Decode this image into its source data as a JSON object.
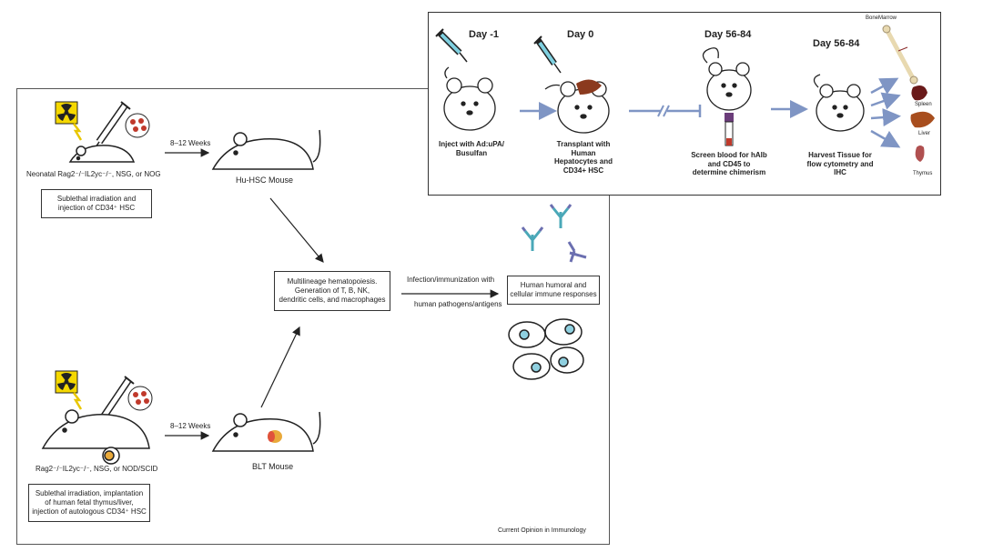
{
  "left_figure": {
    "top_mouse_strains": "Neonatal Rag2⁻/⁻IL2yc⁻/⁻, NSG, or NOG",
    "top_procedure_line1": "Sublethal irradiation and",
    "top_procedure_line2": "injection of CD34⁺ HSC",
    "top_weeks": "8–12 Weeks",
    "hu_hsc_label": "Hu-HSC Mouse",
    "hematopoiesis_line1": "Multilineage hematopoiesis.",
    "hematopoiesis_line2": "Generation of T, B, NK,",
    "hematopoiesis_line3": "dendritic cells, and macrophages",
    "infection_line1": "Infection/immunization with",
    "infection_line2": "human pathogens/antigens",
    "response_line1": "Human humoral and",
    "response_line2": "cellular immune responses",
    "bottom_mouse_strains": "Rag2⁻/⁻IL2yc⁻/⁻, NSG, or NOD/SCID",
    "bottom_procedure_line1": "Sublethal irradiation, implantation",
    "bottom_procedure_line2": "of human fetal thymus/liver,",
    "bottom_procedure_line3": "injection of autologous CD34⁺ HSC",
    "bottom_weeks": "8–12 Weeks",
    "blt_label": "BLT Mouse",
    "source": "Current Opinion in Immunology"
  },
  "right_figure": {
    "steps": [
      {
        "day": "Day -1",
        "text": [
          "Inject with Ad:uPA/",
          "Busulfan"
        ]
      },
      {
        "day": "Day 0",
        "text": [
          "Transplant with",
          "Human",
          "Hepatocytes and",
          "CD34+ HSC"
        ]
      },
      {
        "day": "Day 56-84",
        "text": [
          "Screen blood for hAlb",
          "and CD45 to",
          "determine chimerism"
        ]
      },
      {
        "day": "Day 56-84",
        "text": [
          "Harvest Tissue for",
          "flow cytometry and",
          "IHC"
        ]
      }
    ],
    "tissues": [
      "BoneMarrow",
      "Spleen",
      "Liver",
      "Thymus"
    ]
  },
  "colors": {
    "arrow_blue": "#7f95c4",
    "liver": "#8b3a1e",
    "radiation_yellow": "#f5d800",
    "antibody_teal": "#4aa8b8",
    "antibody_purple": "#6b6fb0"
  }
}
